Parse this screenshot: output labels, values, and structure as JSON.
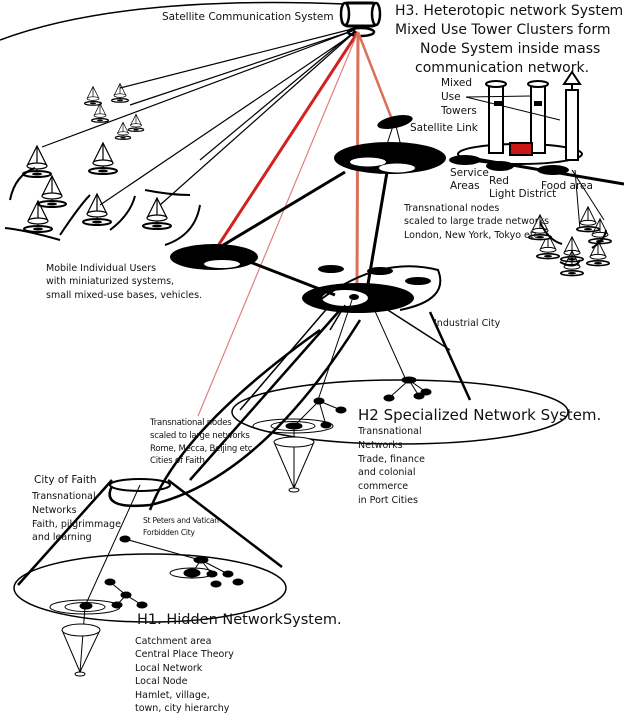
{
  "diagram": {
    "satellite_label": "Satellite Communication System",
    "h3": {
      "title_lines": [
        "H3. Heterotopic network System.",
        "Mixed Use Tower Clusters form",
        "Node System inside mass",
        "communication network."
      ]
    },
    "towers": {
      "mixed_use_lines": [
        "Mixed",
        "Use",
        "Towers"
      ],
      "satellite_link": "Satellite Link",
      "service_areas_lines": [
        "Service",
        "Areas"
      ],
      "red_light_lines": [
        "Red",
        "Light District"
      ],
      "food_area": "Food area"
    },
    "transnational_trade": {
      "lines": [
        "Transnational nodes",
        "scaled to large trade networks",
        "London, New York, Tokyo etc"
      ]
    },
    "mobile_users": {
      "lines": [
        "Mobile Individual Users",
        "with miniaturized systems,",
        "small mixed-use bases, vehicles."
      ]
    },
    "industrial_city": "Industrial City",
    "transnational_faith": {
      "lines": [
        "Transnational nodes",
        "scaled to large networks",
        "Rome, Mecca, Beijing etc",
        "Cities of Faith"
      ]
    },
    "h2": {
      "title": "H2 Specialized Network System.",
      "lines": [
        "Transnational",
        "Networks",
        "Trade, finance",
        "and colonial",
        "commerce",
        "in Port  Cities"
      ]
    },
    "city_of_faith": {
      "title": "City of Faith",
      "lines": [
        "Transnational",
        "Networks",
        "Faith, pilgrimmage",
        "and learning"
      ]
    },
    "st_peters": {
      "lines": [
        "St Peters and Vatican",
        "Forbidden City"
      ]
    },
    "h1": {
      "title": "H1. Hidden NetworkSystem.",
      "lines": [
        "Catchment area",
        "Central Place Theory",
        "Local Network",
        "Local Node",
        "Hamlet, village,",
        "town, city hierarchy"
      ]
    },
    "colors": {
      "ink": "#000000",
      "red_link": "#d42020",
      "pale_red_link": "#e08080",
      "salmon_link": "#d9705a",
      "red_light_box": "#c81818"
    }
  }
}
